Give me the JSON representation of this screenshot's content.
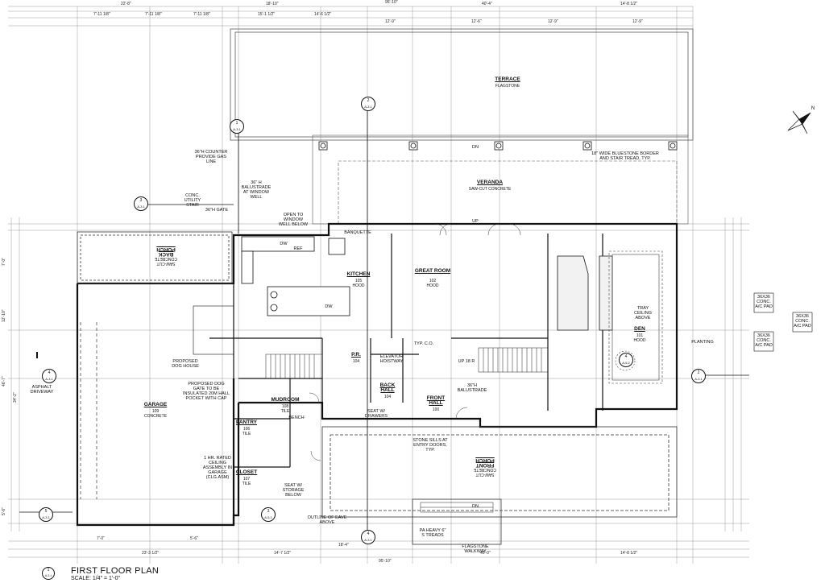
{
  "drawing": {
    "title": "FIRST FLOOR PLAN",
    "scale": "SCALE: 1/4\" = 1'-0\"",
    "sheet_ref": "A-3.1",
    "sheet_num": "1"
  },
  "rooms": {
    "terrace": {
      "name": "TERRACE",
      "material": "FLAGSTONE"
    },
    "veranda": {
      "name": "VERANDA",
      "material": "SAW-CUT CONCRETE"
    },
    "kitchen": {
      "name": "KITCHEN",
      "number": "105",
      "note": "HOOD"
    },
    "great_room": {
      "name": "GREAT ROOM",
      "number": "102",
      "note": "HOOD"
    },
    "den": {
      "name": "DEN",
      "number": "101",
      "note": "HOOD"
    },
    "garage": {
      "name": "GARAGE",
      "number": "109",
      "material": "CONCRETE"
    },
    "back_porch": {
      "name": "BACK PORCH",
      "material": "SAW-CUT CONCRETE"
    },
    "front_porch": {
      "name": "FRONT PORCH",
      "material": "SAW-CUT CONCRETE"
    },
    "mudroom": {
      "name": "MUDROOM",
      "number": "108",
      "material": "TILE"
    },
    "pantry": {
      "name": "PANTRY",
      "number": "106",
      "material": "TILE"
    },
    "closet": {
      "name": "CLOSET",
      "number": "107",
      "material": "TILE"
    },
    "back_hall": {
      "name": "BACK HALL",
      "number": "104"
    },
    "front_hall": {
      "name": "FRONT HALL",
      "number": "100"
    },
    "pr": {
      "name": "P.R.",
      "number": "104"
    }
  },
  "notes": {
    "counter": "36\"H COUNTER PROVIDE GAS LINE",
    "util_stair": "CONC. UTILITY STAIR",
    "gate": "36\"H GATE",
    "balustrade_window": "36\" H BALUSTRADE AT WINDOW WELL",
    "open_window": "OPEN TO WINDOW WELL BELOW",
    "banquette": "BANQUETTE",
    "bluestone": "18\" WIDE BLUESTONE BORDER AND STAIR TREAD, TYP.",
    "tray": "TRAY CEILING ABOVE",
    "planting": "PLANTING",
    "ac1": "36X36 CONC. A/C PAD",
    "ac2": "36X36 CONC. A/C PAD",
    "ac3": "36X36 CONC. A/C PAD",
    "driveway": "ASPHALT DRIVEWAY",
    "dog_house": "PROPOSED DOG HOUSE",
    "dog_gate": "PROPOSED DOG GATE TO BE INSULATED 20M HALL POCKET WITH CAP",
    "elevator": "ELEVATOR HOISTWAY",
    "balustrade": "36\"H BALUSTRADE",
    "stone_sills": "STONE SILLS AT ENTRY DOORS, TYP.",
    "rated": "1 HR. RATED CEILING ASSEMBLY IN GARAGE (CLG.ASM)",
    "eave": "OUTLINE OF EAVE ABOVE",
    "seat_drawers": "SEAT W/ DRAWERS",
    "seat_storage": "SEAT W/ STORAGE BELOW",
    "bench": "BENCH",
    "treads": "PA HEAVY 6\" S TREADS",
    "walkway": "FLAGSTONE WALKWAY",
    "up_stair": "UP 18 R",
    "dn": "DN",
    "up": "UP",
    "dw": "DW",
    "ref": "REF",
    "co": "TYP. C.O."
  },
  "dims_top": [
    "22'-8\"",
    "18'-10\"",
    "40'-4\"",
    "14'-8 1/2\""
  ],
  "dims_top2": [
    "7'-11 1/8\"",
    "7'-11 1/8\"",
    "7'-11 1/8\"",
    "15'-1 1/2\"",
    "14'-6 1/2\"",
    "12'-9\"",
    "12'-6\"",
    "12'-9\"",
    "12'-9\""
  ],
  "dims_overall": "95'-10\"",
  "dims_bottom": [
    "7'-0\"",
    "5'-6\"",
    "23'-3 1/2\"",
    "14'-7 1/2\"",
    "18'-4\"",
    "40'-0\"",
    "14'-8 1/2\""
  ],
  "dims_left": [
    "7'-0\"",
    "12'-10\"",
    "34'-2\"",
    "5'-6\"",
    "46'-7\""
  ],
  "bubbles": [
    {
      "num": "1",
      "ref": "A-3.1"
    },
    {
      "num": "2",
      "ref": "A-3.1"
    },
    {
      "num": "3",
      "ref": "A-3.1"
    },
    {
      "num": "4",
      "ref": "A-3.1"
    },
    {
      "num": "5",
      "ref": "A-3.1"
    },
    {
      "num": "3",
      "ref": "A-5.1"
    },
    {
      "num": "4",
      "ref": "A-3.1"
    },
    {
      "num": "2",
      "ref": "A-3.1"
    },
    {
      "num": "4",
      "ref": "A-5.2"
    }
  ],
  "north": "N"
}
